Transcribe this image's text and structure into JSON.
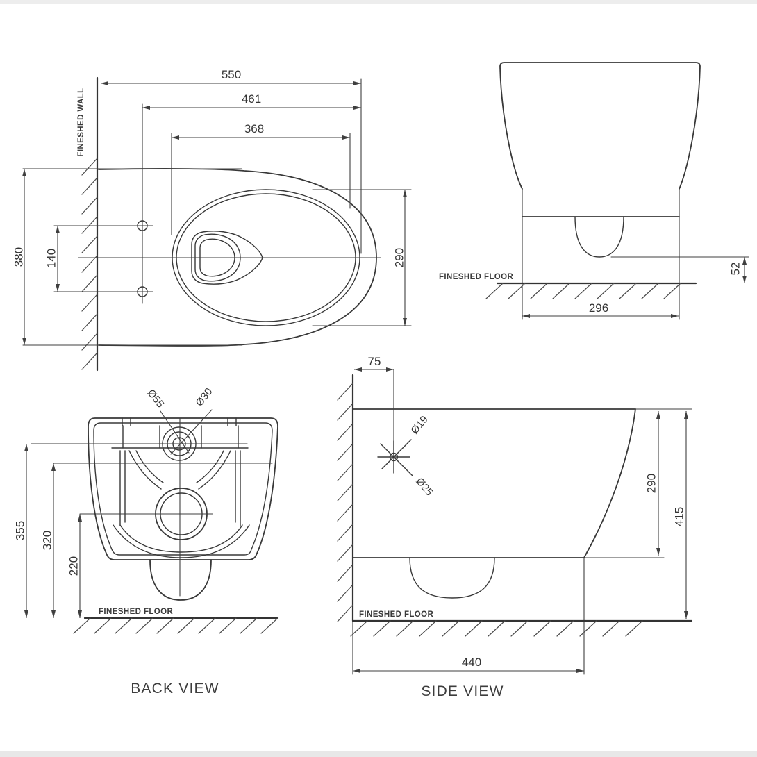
{
  "page": {
    "background": "#ffffff",
    "line_color": "#383838",
    "text_color": "#333333"
  },
  "top_view": {
    "wall_label": "FINESHED WALL",
    "dim_overall_length": "550",
    "dim_length_461": "461",
    "dim_length_368": "368",
    "dim_width": "380",
    "dim_hole_spacing": "140",
    "dim_seat_width": "290"
  },
  "front_view": {
    "floor_label": "FINESHED FLOOR",
    "dim_width": "296",
    "dim_floor_gap": "52"
  },
  "back_view": {
    "caption": "BACK VIEW",
    "floor_label": "FINESHED FLOOR",
    "dim_height_355": "355",
    "dim_height_320": "320",
    "dim_height_220": "220",
    "dia_flush_outer": "Ø55",
    "dia_flush_inner": "Ø30"
  },
  "side_view": {
    "caption": "SIDE VIEW",
    "floor_label": "FINESHED FLOOR",
    "dim_inlet_offset": "75",
    "dia_inlet_19": "Ø19",
    "dia_inlet_25": "Ø25",
    "dim_body_height": "290",
    "dim_total_height": "415",
    "dim_depth": "440"
  }
}
